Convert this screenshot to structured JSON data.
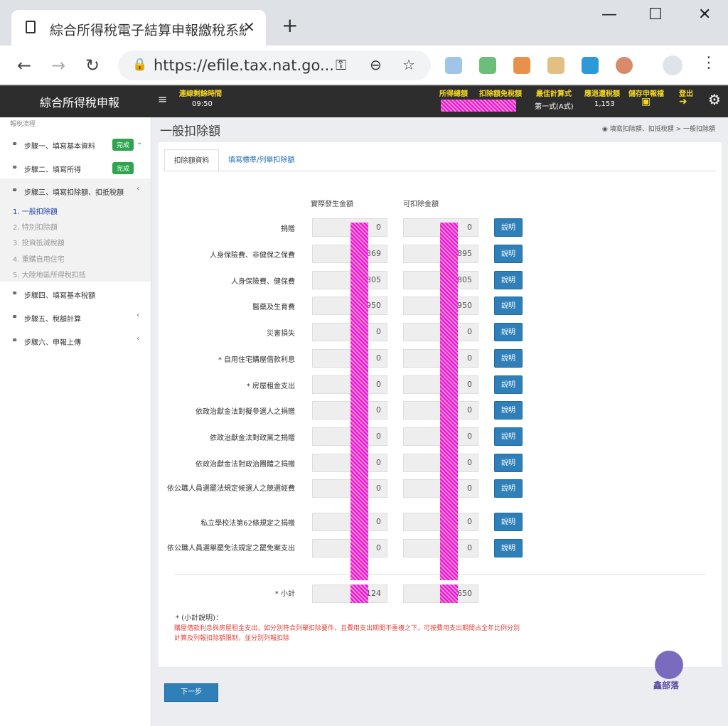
{
  "browser": {
    "tab_title": "綜合所得稅電子結算申報繳稅系統",
    "url": "https://efile.tax.nat.go...",
    "new_tab": "+",
    "tab_close": "✕",
    "min": "—",
    "max": "☐",
    "close": "✕"
  },
  "header": {
    "app_title": "綜合所得稅申報",
    "menu": "≡",
    "timer_label": "連線剩餘時間",
    "timer_value": "09:50",
    "income_total_label": "所得總額",
    "deduction_label": "扣除額免稅額",
    "best_method_label": "最佳計算式",
    "best_method_value": "第一式(A式)",
    "refund_label": "應退還稅額",
    "refund_value": "1,153",
    "save_label": "儲存申報檔",
    "logout_label": "登出"
  },
  "sidebar": {
    "heading": "報稅流程",
    "steps": [
      {
        "label": "步驟一、填寫基本資料",
        "badge": "完成",
        "chev": "⌄"
      },
      {
        "label": "步驟二、填寫所得",
        "badge": "完成",
        "chev": ""
      },
      {
        "label": "步驟三、填寫扣除額、扣抵稅額",
        "badge": "",
        "chev": "‹"
      },
      {
        "label": "步驟四、填寫基本稅額",
        "badge": "",
        "chev": ""
      },
      {
        "label": "步驟五、稅額計算",
        "badge": "",
        "chev": "‹"
      },
      {
        "label": "步驟六、申報上傳",
        "badge": "",
        "chev": "‹"
      }
    ],
    "subitems": [
      "1. 一般扣除額",
      "2. 特別扣除額",
      "3. 投資抵減稅額",
      "4. 重購自用住宅",
      "5. 大陸地區所得稅扣抵"
    ]
  },
  "main": {
    "title": "一般扣除額",
    "breadcrumb": "填寫扣除額、扣抵稅額 > 一般扣除額",
    "tabs": [
      "扣除額資料",
      "填寫標準/列舉扣除額"
    ],
    "col_actual": "實際發生金額",
    "col_deductible": "可扣除金額",
    "explain_label": "說明",
    "rows": [
      {
        "label": "捐贈",
        "actual": "0",
        "deductible": "0"
      },
      {
        "label": "人身保險費、非健保之保費",
        "actual": "369",
        "deductible": "895"
      },
      {
        "label": "人身保險費、健保費",
        "actual": "805",
        "deductible": "805"
      },
      {
        "label": "醫藥及生育費",
        "actual": "950",
        "deductible": "950"
      },
      {
        "label": "災害損失",
        "actual": "0",
        "deductible": "0"
      },
      {
        "label": "* 自用住宅購屋借款利息",
        "actual": "0",
        "deductible": "0"
      },
      {
        "label": "* 房屋租金支出",
        "actual": "0",
        "deductible": "0"
      },
      {
        "label": "依政治獻金法對擬參選人之捐贈",
        "actual": "0",
        "deductible": "0"
      },
      {
        "label": "依政治獻金法對政黨之捐贈",
        "actual": "0",
        "deductible": "0"
      },
      {
        "label": "依政治獻金法對政治團體之捐贈",
        "actual": "0",
        "deductible": "0"
      },
      {
        "label": "依公職人員選罷法規定候選人之競選經費",
        "actual": "0",
        "deductible": "0"
      },
      {
        "label": "私立學校法第62條規定之捐贈",
        "actual": "0",
        "deductible": "0"
      },
      {
        "label": "依公職人員選舉罷免法規定之罷免案支出",
        "actual": "0",
        "deductible": "0"
      }
    ],
    "subtotal_label": "* 小計",
    "subtotal_actual": "124",
    "subtotal_deductible": "650",
    "note_title": "* (小計說明)：",
    "note_text": "購屋借款利息與房屋租金支出，如分別符合列舉扣除要件，且費用支出期間不重複之下，可按費用支出期間占全年比例分別計算及列報扣除額限制，並分別列報扣除",
    "next_button": "下一步",
    "watermark": "鑫部落"
  }
}
